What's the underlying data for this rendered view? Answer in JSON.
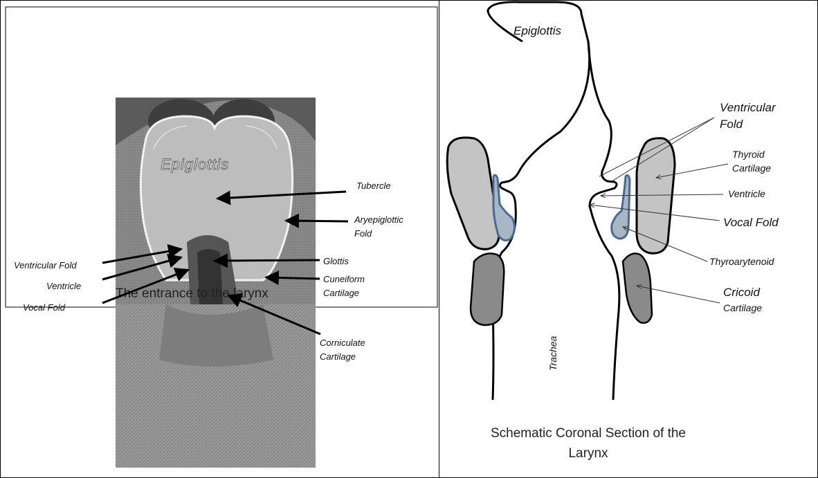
{
  "left_panel": {
    "caption": "The entrance to the larynx",
    "image_text": "Epiglottis",
    "labels": {
      "tubercle": "Tubercle",
      "aryepiglottic_1": "Aryepiglottic",
      "aryepiglottic_2": "Fold",
      "glottis": "Glottis",
      "cuneiform_1": "Cuneiform",
      "cuneiform_2": "Cartilage",
      "corniculate_1": "Corniculate",
      "corniculate_2": "Cartilage",
      "ventricular_fold": "Ventricular Fold",
      "ventricle": "Ventricle",
      "vocal_fold": "Vocal Fold"
    }
  },
  "right_panel": {
    "title_line1": "Schematic Coronal Section of the",
    "title_line2": "Larynx",
    "labels": {
      "epiglottis": "Epiglottis",
      "ventricular_1": "Ventricular",
      "ventricular_2": "Fold",
      "thyroid_1": "Thyroid",
      "thyroid_2": "Cartilage",
      "ventricle": "Ventricle",
      "vocal_fold": "Vocal Fold",
      "thyroarytenoid": "Thyroarytenoid",
      "cricoid_1": "Cricoid",
      "cricoid_2": "Cartilage",
      "trachea": "Trachea"
    }
  },
  "colors": {
    "cartilage_light": "#c4c4c4",
    "cartilage_dark": "#8a8a8a",
    "muscle_outline": "#4a6a93",
    "muscle_fill": "#a9b6c5"
  }
}
